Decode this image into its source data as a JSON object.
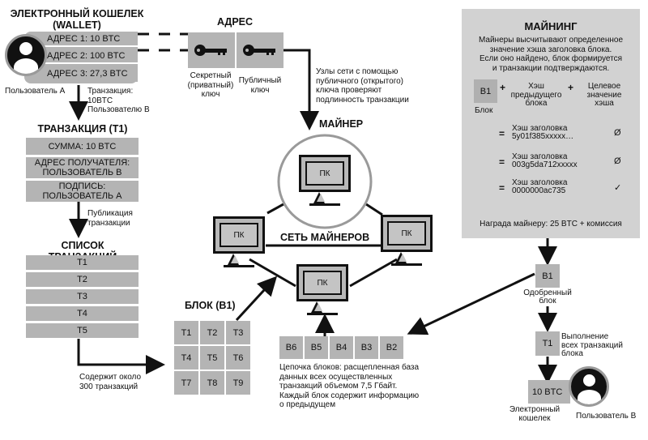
{
  "wallet": {
    "title": "ЭЛЕКТРОННЫЙ КОШЕЛЕК",
    "subtitle": "(WALLET)",
    "addresses": [
      "АДРЕС 1: 10 BTC",
      "АДРЕС 2: 100 BTC",
      "АДРЕС 3: 27,3 BTC"
    ],
    "user_label": "Пользователь А",
    "transfer_note": [
      "Транзакция:",
      "10BTC",
      "Пользователю В"
    ]
  },
  "address": {
    "title": "АДРЕС",
    "private_key_label": [
      "Секретный",
      "(приватный)",
      "ключ"
    ],
    "public_key_label": [
      "Публичный",
      "ключ"
    ],
    "verify_note": [
      "Узлы сети с помощью",
      "публичного (открытого)",
      "ключа проверяют",
      "подлинность транзакции"
    ]
  },
  "transaction": {
    "title": "ТРАНЗАКЦИЯ (T1)",
    "fields": [
      [
        "СУММА: 10 BTC"
      ],
      [
        "АДРЕС ПОЛУЧАТЕЛЯ:",
        "ПОЛЬЗОВАТЕЛЬ В"
      ],
      [
        "ПОДПИСЬ:",
        "ПОЛЬЗОВАТЕЛЬ А"
      ]
    ],
    "publish_note": [
      "Публикация",
      "транзакции"
    ]
  },
  "tx_list": {
    "title": "СПИСОК ТРАНЗАКЦИЙ",
    "items": [
      "T1",
      "T2",
      "T3",
      "T4",
      "T5"
    ],
    "note": [
      "Содержит около",
      "300 транзакций"
    ]
  },
  "block": {
    "title": "БЛОК (B1)",
    "cells": [
      "T1",
      "T2",
      "T3",
      "T4",
      "T5",
      "T6",
      "T7",
      "T8",
      "T9"
    ]
  },
  "network": {
    "miner_label": "МАЙНЕР",
    "network_label": "СЕТЬ МАЙНЕРОВ",
    "pc_label": "ПК"
  },
  "chain": {
    "blocks": [
      "B6",
      "B5",
      "B4",
      "B3",
      "B2"
    ],
    "note": [
      "Цепочка блоков: расщепленная база",
      "данных всех осуществленных",
      "транзакций объемом 7,5 Гбайт.",
      "Каждый блок содержит информацию",
      "о предыдущем"
    ]
  },
  "mining": {
    "title": "МАЙНИНГ",
    "desc": [
      "Майнеры высчитывают определенное",
      "значение хэша заголовка блока.",
      "Если оно найдено, блок формируется",
      "и транзакции подтверждаются."
    ],
    "block_label": "B1",
    "block_caption": "Блок",
    "plus": "+",
    "prev_hash": [
      "Хэш",
      "предыдущего",
      "блока"
    ],
    "target_hash": [
      "Целевое",
      "значение",
      "хэша"
    ],
    "attempts": [
      {
        "eq": "=",
        "label": "Хэш заголовка",
        "value": "5y01f385xxxxx…",
        "status": "Ø"
      },
      {
        "eq": "=",
        "label": "Хэш заголовка",
        "value": "003g5da712xxxxx",
        "status": "Ø"
      },
      {
        "eq": "=",
        "label": "Хэш заголовка",
        "value": "0000000ac735",
        "status": "✓"
      }
    ],
    "reward": "Награда майнеру: 25 BTC + комиссия"
  },
  "approved": {
    "block_label": "B1",
    "block_caption": [
      "Одобренный",
      "блок"
    ],
    "tx_label": "T1",
    "tx_caption": [
      "Выполнение",
      "всех транзакций",
      "блока"
    ],
    "wallet_value": "10 BTC",
    "wallet_caption": [
      "Электронный",
      "кошелек"
    ],
    "user_label": "Пользователь В"
  }
}
